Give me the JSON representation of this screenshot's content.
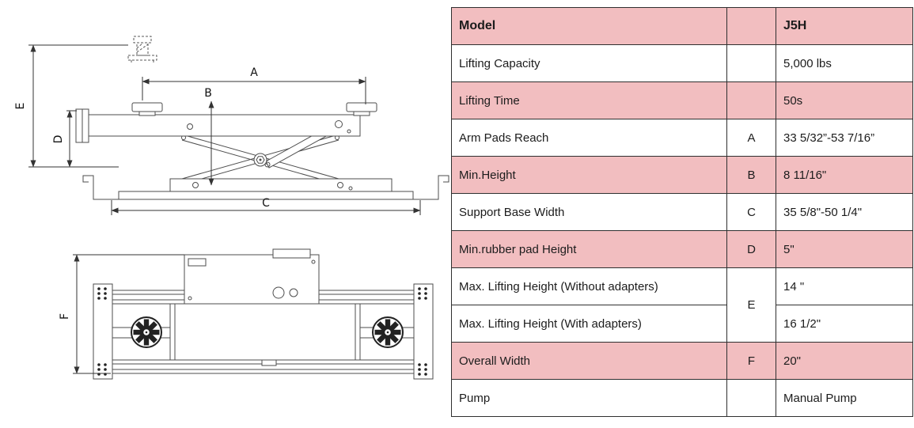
{
  "colors": {
    "row-pink": "#f2bec0",
    "border": "#2f2f2f",
    "line": "#4d4d4d"
  },
  "diagram": {
    "description": "scissor lift side view and plan view with dimension callouts",
    "labels": {
      "a": "A",
      "b": "B",
      "c": "C",
      "d": "D",
      "e": "E",
      "f": "F"
    }
  },
  "table": {
    "rows": [
      {
        "label": "Model",
        "letter": "",
        "value": "J5H"
      },
      {
        "label": "Lifting Capacity",
        "letter": "",
        "value": "5,000 lbs"
      },
      {
        "label": "Lifting Time",
        "letter": "",
        "value": "50s"
      },
      {
        "label": "Arm Pads Reach",
        "letter": "A",
        "value": "33 5/32”-53 7/16”"
      },
      {
        "label": "Min.Height",
        "letter": "B",
        "value": "8 11/16\""
      },
      {
        "label": "Support Base Width",
        "letter": "C",
        "value": "35 5/8\"-50 1/4\""
      },
      {
        "label": "Min.rubber pad Height",
        "letter": "D",
        "value": "5\""
      },
      {
        "label": "Max. Lifting Height  (Without adapters)",
        "letter": "E",
        "value": "14 \""
      },
      {
        "label": "Max. Lifting Height (With adapters)",
        "letter": "",
        "value": "16 1/2\""
      },
      {
        "label": "Overall Width",
        "letter": "F",
        "value": "20\""
      },
      {
        "label": "Pump",
        "letter": "",
        "value": "Manual Pump"
      }
    ]
  }
}
